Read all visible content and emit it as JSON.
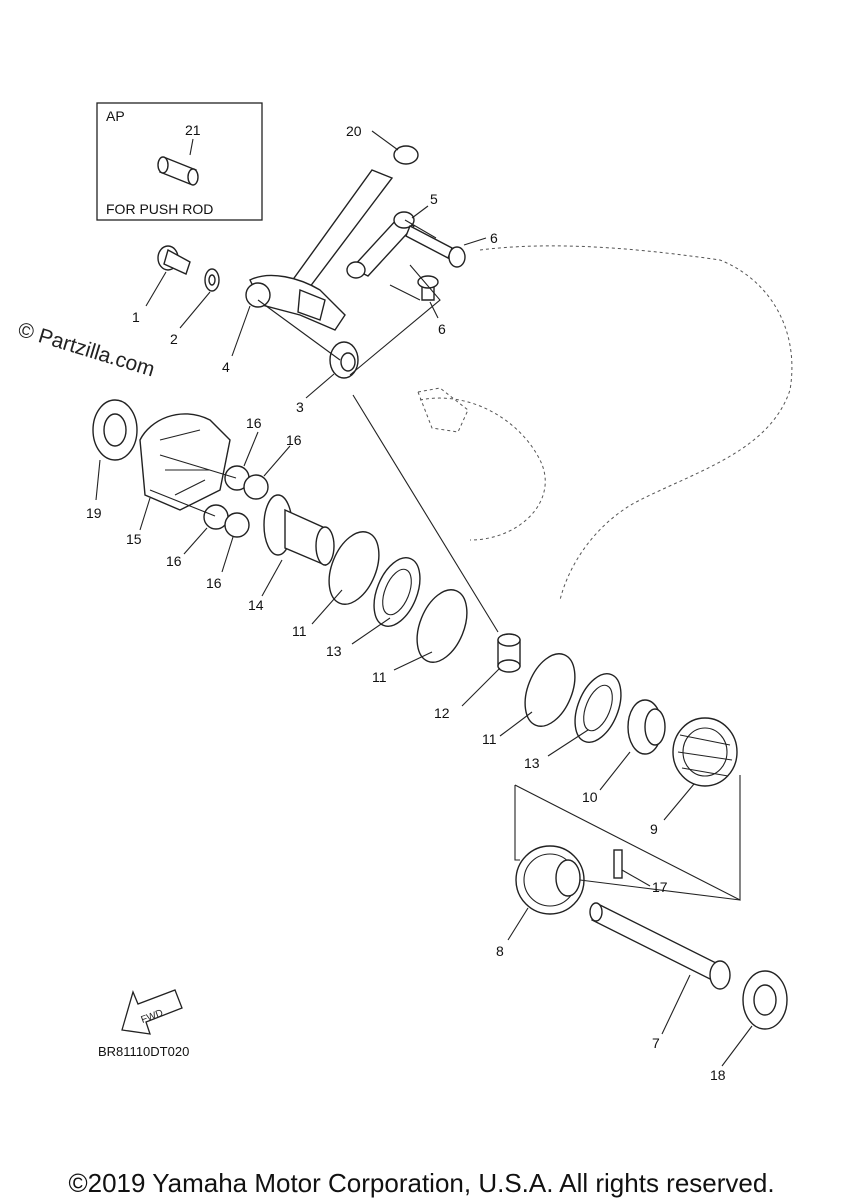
{
  "watermark": "© Partzilla.com",
  "inset": {
    "tag": "AP",
    "label": "FOR PUSH ROD",
    "part": "21"
  },
  "callouts": {
    "c20": "20",
    "c5": "5",
    "c6a": "6",
    "c6b": "6",
    "c1": "1",
    "c2": "2",
    "c4": "4",
    "c3": "3",
    "c16a": "16",
    "c16b": "16",
    "c16c": "16",
    "c16d": "16",
    "c19": "19",
    "c15": "15",
    "c14": "14",
    "c11a": "11",
    "c13a": "13",
    "c11b": "11",
    "c12": "12",
    "c11c": "11",
    "c13b": "13",
    "c10": "10",
    "c9": "9",
    "c17": "17",
    "c8": "8",
    "c7": "7",
    "c18": "18"
  },
  "fwd": "FWD",
  "drawing_code": "BR81110DT020",
  "copyright": "©2019 Yamaha Motor Corporation, U.S.A. All rights reserved."
}
